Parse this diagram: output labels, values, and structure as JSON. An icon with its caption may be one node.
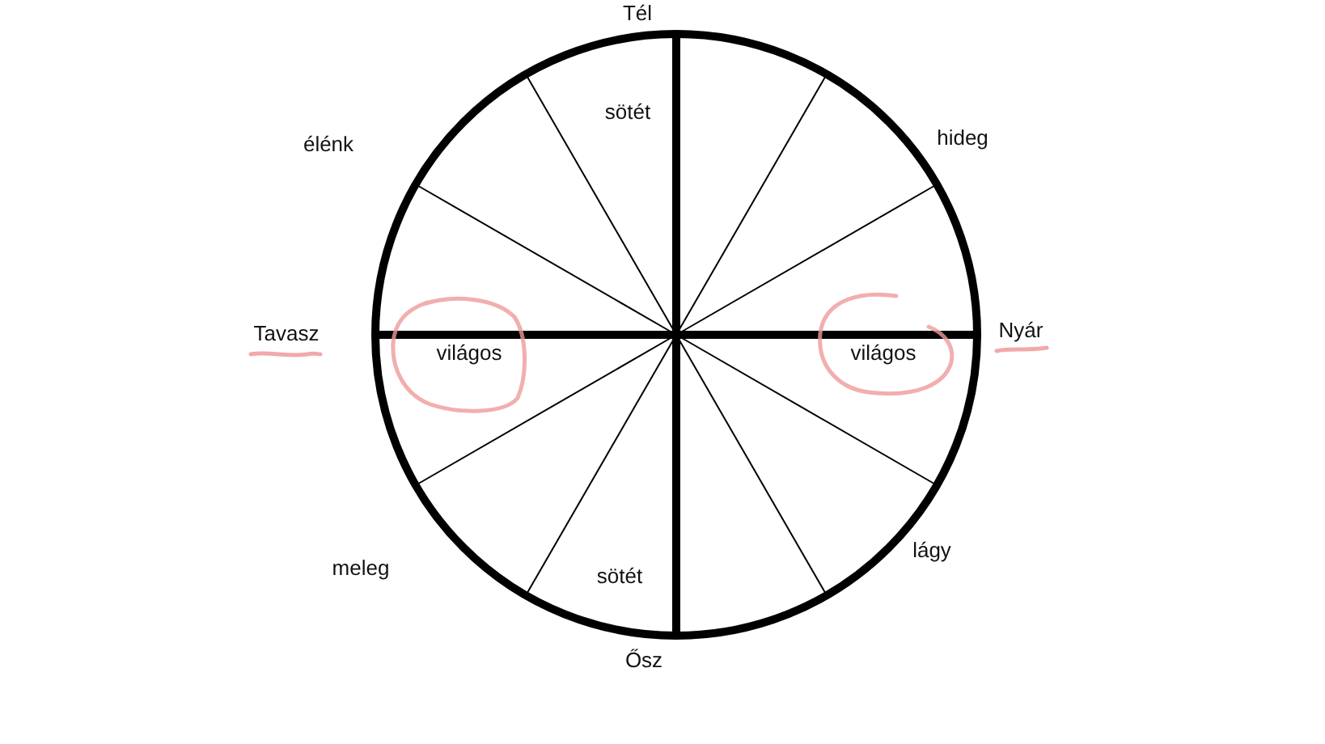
{
  "diagram": {
    "nodes": [
      {
        "text": [
          "sötét",
          "sötét"
        ]
      },
      {
        "text": [
          "világos"
        ],
        "in": 0
      },
      {
        "text": [
          "világos"
        ],
        "in": 0
      }
    ],
    "labels": [
      "Tél",
      "élénk",
      "hideg",
      "Tavasz",
      "Nyár",
      "meleg",
      "lágy",
      "Ősz"
    ]
  }
}
